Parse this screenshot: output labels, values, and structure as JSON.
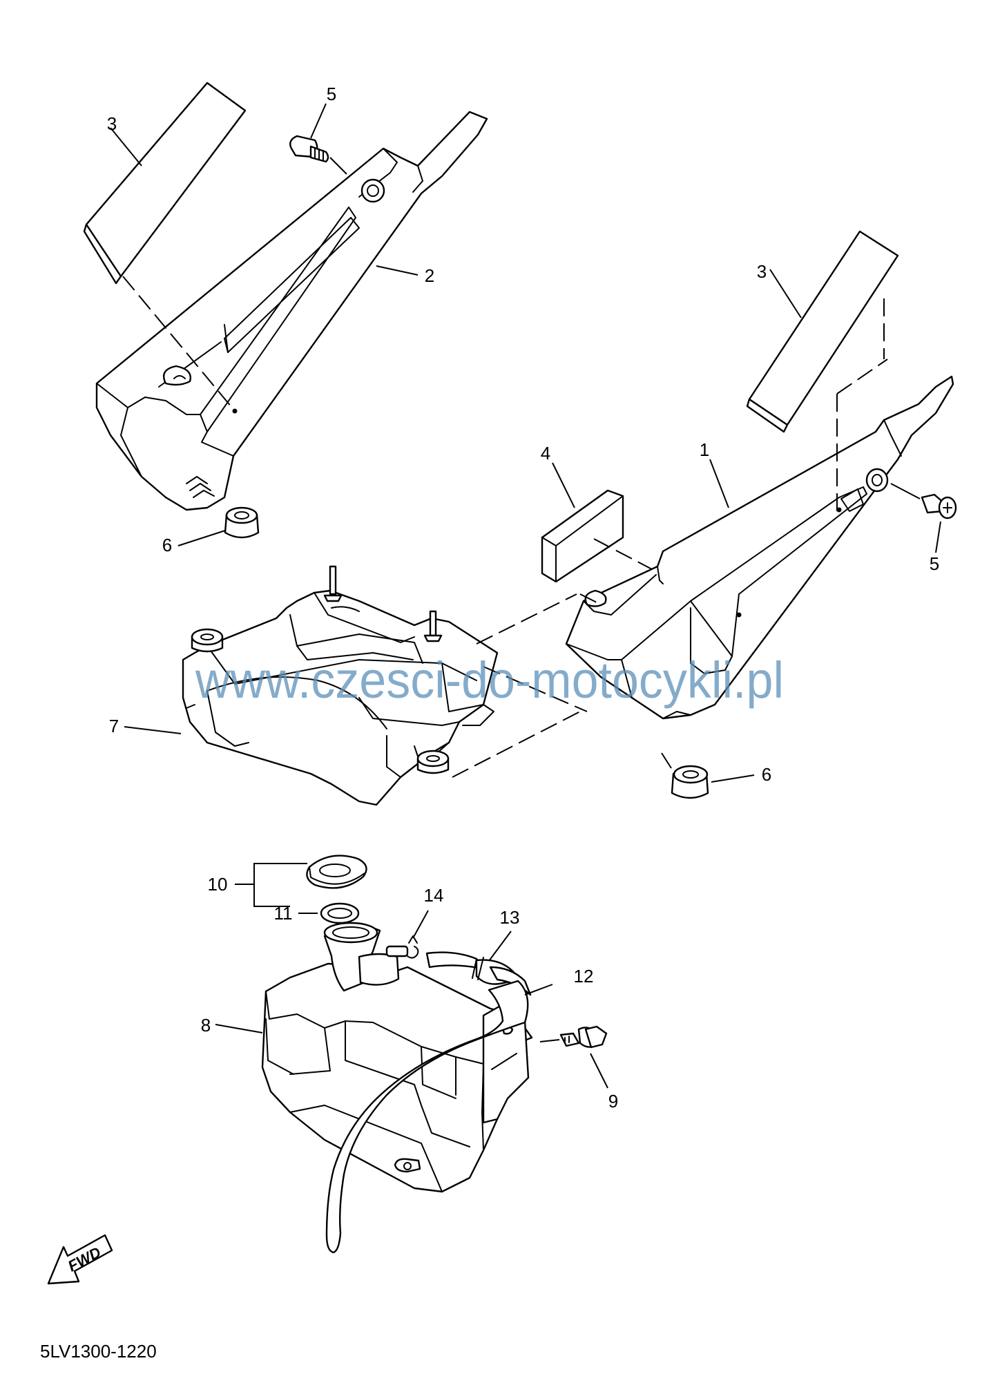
{
  "diagram": {
    "callouts": {
      "c1": "1",
      "c2": "2",
      "c3a": "3",
      "c3b": "3",
      "c4": "4",
      "c5a": "5",
      "c5b": "5",
      "c6a": "6",
      "c6b": "6",
      "c7": "7",
      "c8": "8",
      "c9": "9",
      "c10": "10",
      "c11": "11",
      "c12": "12",
      "c13": "13",
      "c14": "14"
    },
    "watermark": "www.czesci-do-motocykli.pl",
    "fwd_label": "FWD",
    "part_code": "5LV1300-1220"
  }
}
